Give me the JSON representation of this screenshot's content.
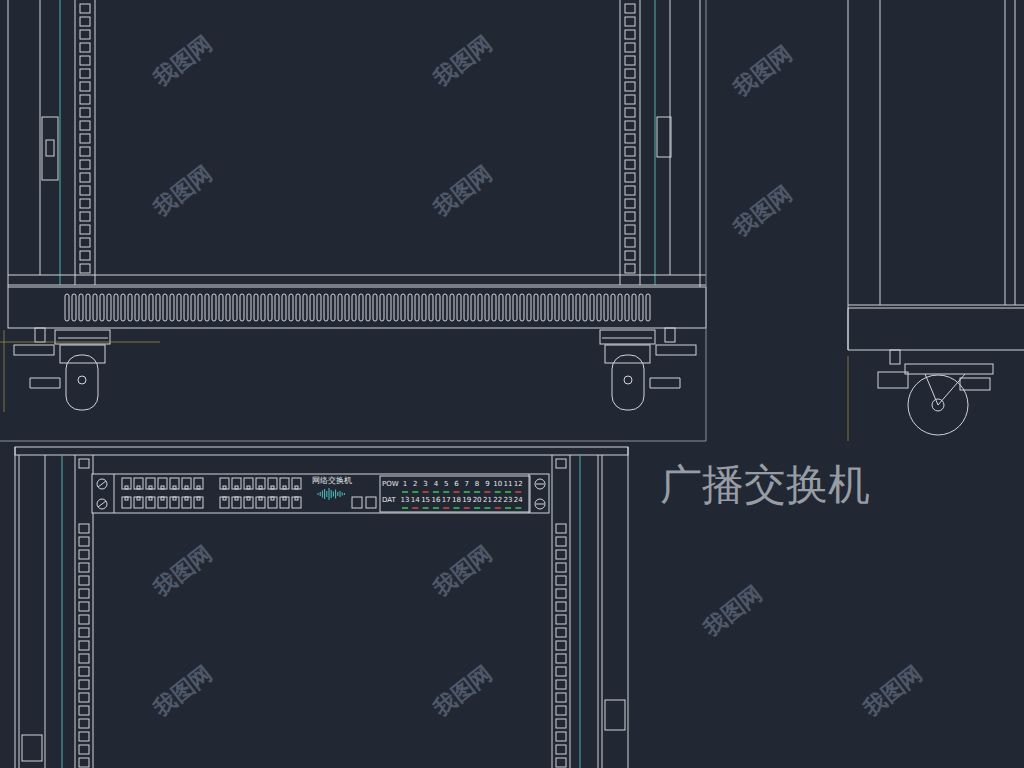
{
  "diagram": {
    "labels": [
      "广播交换机",
      "网络交换机",
      "POW",
      "1",
      "2",
      "3",
      "4",
      "5",
      "6",
      "7",
      "8",
      "9",
      "10",
      "11",
      "12",
      "DAT",
      "13",
      "14",
      "15",
      "16",
      "17",
      "18",
      "19",
      "20",
      "21",
      "22",
      "23",
      "24",
      "我图网",
      "我图网",
      "我图网",
      "我图网",
      "我图网",
      "我图网",
      "我图网",
      "我图网",
      "我图网",
      "我图网",
      "我图网",
      "我图网"
    ]
  }
}
